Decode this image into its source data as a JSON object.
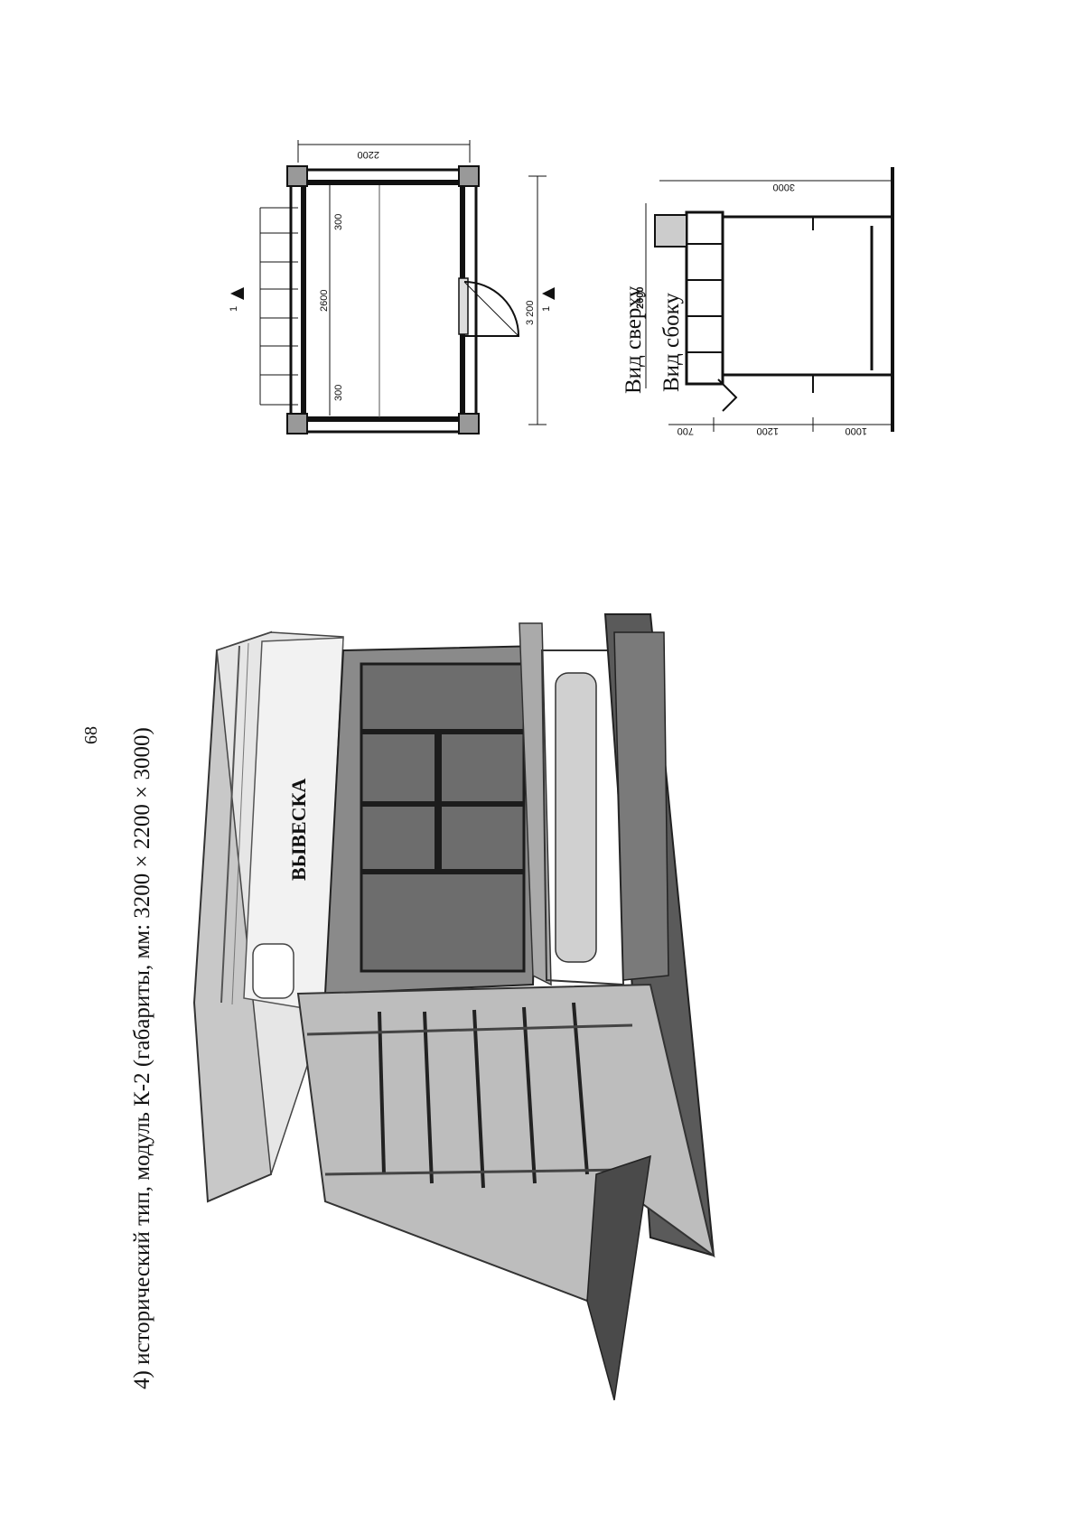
{
  "page": {
    "number": "68",
    "caption": "4) исторический тип, модуль К-2 (габариты, мм: 3200 × 2200 × 3000)"
  },
  "photo": {
    "sign_text": "ВЫВЕСКА"
  },
  "top_view": {
    "label": "Вид сверху",
    "dims": {
      "depth": "2200",
      "inner_length": "2600",
      "overall_length": "3 200",
      "end_left": "300",
      "end_right": "300",
      "section": "1"
    }
  },
  "side_view": {
    "label": "Вид сбоку",
    "dims": {
      "height_total": "3000",
      "width": "2600",
      "top_segment": "700",
      "middle_segment": "1200",
      "bottom_segment": "1000"
    }
  }
}
